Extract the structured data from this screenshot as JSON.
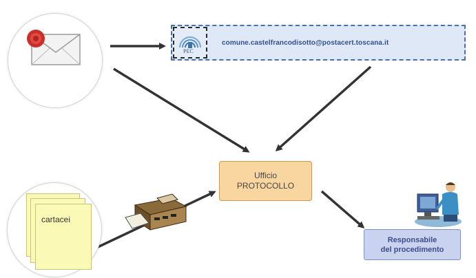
{
  "pec": {
    "logo_text": "PEC",
    "email": "comune.castelfrancodisotto@postacert.toscana.it"
  },
  "protocol": {
    "line1": "Ufficio",
    "line2": "PROTOCOLLO"
  },
  "responsible": {
    "line1": "Responsabile",
    "line2": "del procedimento"
  },
  "paper": {
    "label": "cartacei"
  },
  "icons": {
    "email": "envelope-with-wax-seal-icon",
    "pec": "pec-logo-icon",
    "scanner": "scanner-machine-icon",
    "person": "person-at-computer-icon"
  },
  "colors": {
    "protocol_fill": "#f9d6a0",
    "responsible_fill": "#c9d3ef",
    "pec_fill": "#dfe8f6",
    "paper_fill": "#fbf9b6",
    "arrow": "#333333"
  }
}
